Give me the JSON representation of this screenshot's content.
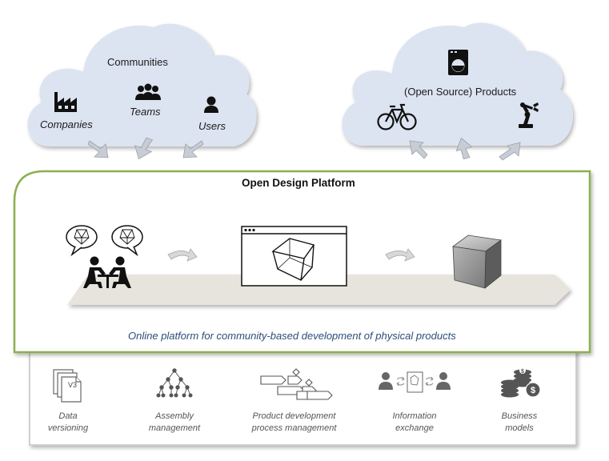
{
  "communities": {
    "title": "Communities",
    "companies": "Companies",
    "teams": "Teams",
    "users": "Users"
  },
  "products": {
    "title": "(Open Source) Products"
  },
  "platform": {
    "title": "Open Design Platform",
    "subtitle": "Online platform for community-based development of  physical products",
    "border_color": "#8db04f"
  },
  "features": {
    "data_versioning": [
      "Data",
      "versioning"
    ],
    "assembly": [
      "Assembly",
      "management"
    ],
    "process": [
      "Product development",
      "process management"
    ],
    "info": [
      "Information",
      "exchange"
    ],
    "business": [
      "Business",
      "models"
    ],
    "version_tag": "V3"
  },
  "colors": {
    "cloud": "#dde4f1",
    "arrow": "#c8ccd4",
    "ribbon": "#e6e4dc"
  }
}
